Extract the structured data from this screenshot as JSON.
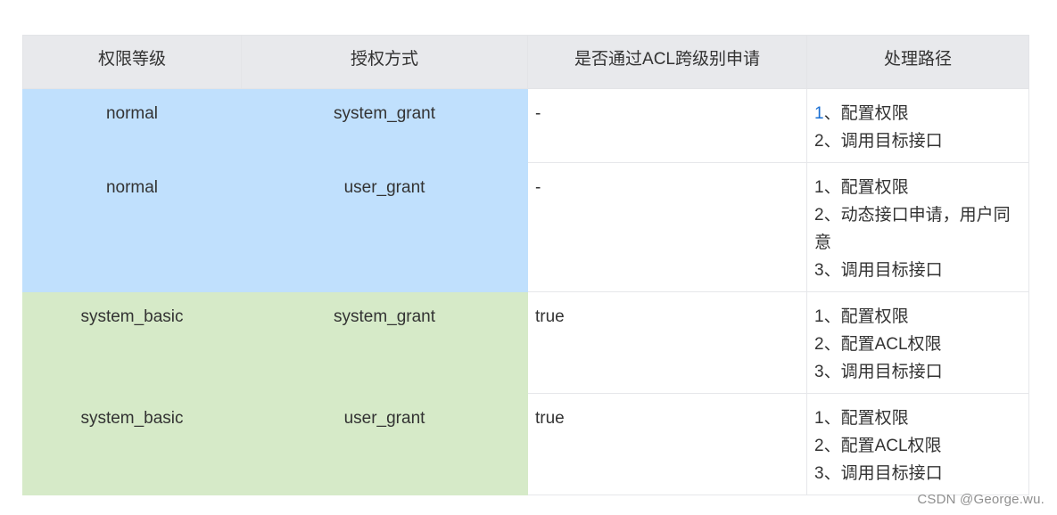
{
  "headers": [
    "权限等级",
    "授权方式",
    "是否通过ACL跨级别申请",
    "处理路径"
  ],
  "rows": [
    {
      "level": "normal",
      "grant": "system_grant",
      "acl": "-",
      "steps": [
        "1、配置权限",
        "2、调用目标接口"
      ]
    },
    {
      "level": "normal",
      "grant": "user_grant",
      "acl": "-",
      "steps": [
        "1、配置权限",
        "2、动态接口申请，用户同意",
        "3、调用目标接口"
      ]
    },
    {
      "level": "system_basic",
      "grant": "system_grant",
      "acl": "true",
      "steps": [
        "1、配置权限",
        "2、配置ACL权限",
        "3、调用目标接口"
      ]
    },
    {
      "level": "system_basic",
      "grant": "user_grant",
      "acl": "true",
      "steps": [
        "1、配置权限",
        "2、配置ACL权限",
        "3、调用目标接口"
      ]
    }
  ],
  "watermark": "CSDN @George.wu.",
  "colors": {
    "header_bg": "#e8e9ec",
    "normal_row_bg": "#c0e0fd",
    "system_basic_row_bg": "#d6eac8",
    "link_blue": "#1a6fd3"
  }
}
